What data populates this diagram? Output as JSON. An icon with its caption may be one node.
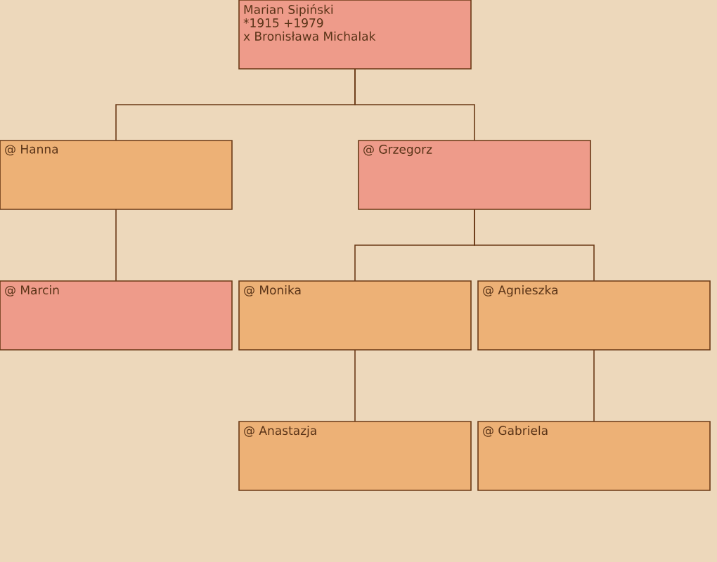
{
  "diagram": {
    "nodes": [
      {
        "text": [
          "Marian Sipiński",
          "*1915 +1979",
          "x Bronisława Michalak"
        ]
      },
      {
        "text": [
          "@ Hanna"
        ]
      },
      {
        "text": [
          "@ Grzegorz"
        ]
      },
      {
        "text": [
          "@ Marcin"
        ]
      },
      {
        "text": [
          "@ Monika"
        ]
      },
      {
        "text": [
          "@ Agnieszka"
        ]
      },
      {
        "text": [
          "@ Anastazja"
        ]
      },
      {
        "text": [
          "@ Gabriela"
        ]
      }
    ],
    "edges": [
      {
        "from": 0,
        "to": 1,
        "arrow": "none"
      },
      {
        "from": 0,
        "to": 2,
        "arrow": "none"
      },
      {
        "from": 1,
        "to": 3,
        "arrow": "none"
      },
      {
        "from": 2,
        "to": 4,
        "arrow": "none"
      },
      {
        "from": 2,
        "to": 5,
        "arrow": "none"
      },
      {
        "from": 4,
        "to": 6,
        "arrow": "none"
      },
      {
        "from": 5,
        "to": 7,
        "arrow": "none"
      }
    ]
  }
}
